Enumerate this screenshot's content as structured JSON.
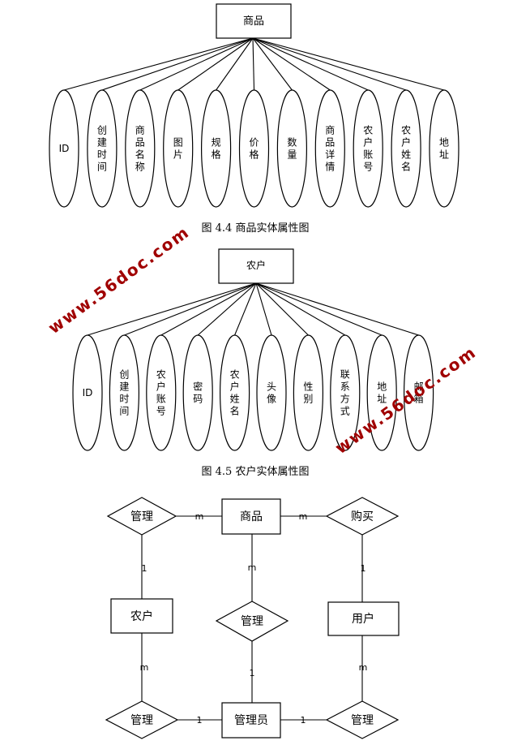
{
  "diagram1": {
    "entity": "商品",
    "attributes": [
      "ID",
      "创建时间",
      "商品名称",
      "图片",
      "规格",
      "价格",
      "数量",
      "商品详情",
      "农户账号",
      "农户姓名",
      "地址"
    ],
    "caption": "图 4.4  商品实体属性图"
  },
  "diagram2": {
    "entity": "农户",
    "attributes": [
      "ID",
      "创建时间",
      "农户账号",
      "密码",
      "农户姓名",
      "头像",
      "性别",
      "联系方式",
      "地址",
      "邮箱"
    ],
    "caption": "图 4.5  农户实体属性图"
  },
  "er": {
    "entities": {
      "goods": "商品",
      "farmer": "农户",
      "user": "用户",
      "admin": "管理员"
    },
    "relations": {
      "manage_top": "管理",
      "buy": "购买",
      "manage_mid": "管理",
      "manage_bl": "管理",
      "manage_br": "管理"
    },
    "cardinalities": {
      "manage_top_goods": "m",
      "buy_goods": "m",
      "manage_top_farmer": "1",
      "buy_user": "1",
      "goods_manage_mid": "m",
      "manage_mid_admin": "1",
      "farmer_manage_bl": "m",
      "user_manage_br": "m",
      "manage_bl_admin": "1",
      "admin_manage_br": "1"
    }
  },
  "watermark": "www.56doc.com"
}
